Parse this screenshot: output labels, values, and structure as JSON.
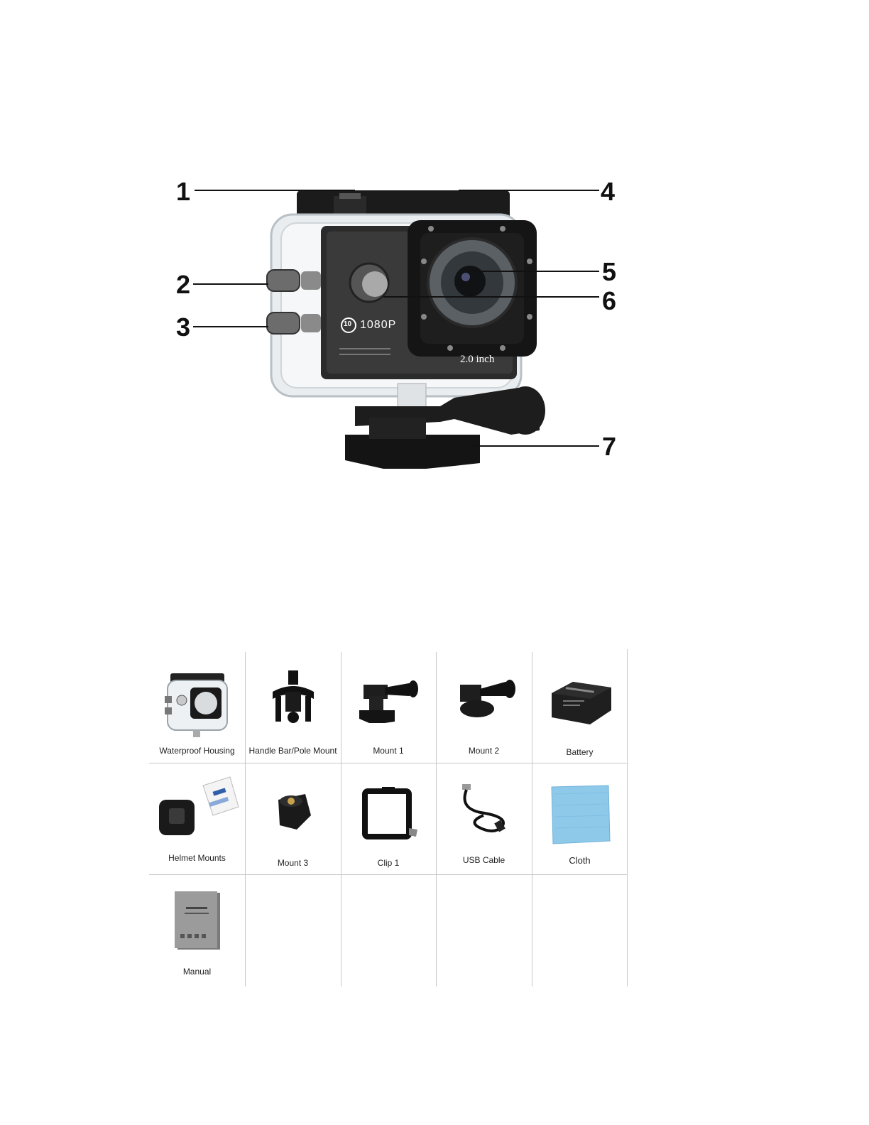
{
  "diagram": {
    "callouts": [
      {
        "num": "1"
      },
      {
        "num": "2"
      },
      {
        "num": "3"
      },
      {
        "num": "4"
      },
      {
        "num": "5"
      },
      {
        "num": "6"
      },
      {
        "num": "7"
      }
    ],
    "badge_text": "1080P",
    "badge_icon_text": "10",
    "screen_size_text": "2.0 inch"
  },
  "accessories": {
    "items": [
      {
        "label": "Waterproof Housing",
        "icon": "waterproof-housing-icon"
      },
      {
        "label": "Handle Bar/Pole Mount",
        "icon": "handlebar-mount-icon"
      },
      {
        "label": "Mount 1",
        "icon": "mount-1-icon"
      },
      {
        "label": "Mount 2",
        "icon": "mount-2-icon"
      },
      {
        "label": "Battery",
        "icon": "battery-icon"
      },
      {
        "label": "Helmet Mounts",
        "icon": "helmet-mounts-icon"
      },
      {
        "label": "Mount 3",
        "icon": "mount-3-icon"
      },
      {
        "label": "Clip 1",
        "icon": "clip-1-icon"
      },
      {
        "label": "USB Cable",
        "icon": "usb-cable-icon"
      },
      {
        "label": "Cloth",
        "icon": "cloth-icon"
      },
      {
        "label": "Manual",
        "icon": "manual-icon"
      }
    ]
  }
}
